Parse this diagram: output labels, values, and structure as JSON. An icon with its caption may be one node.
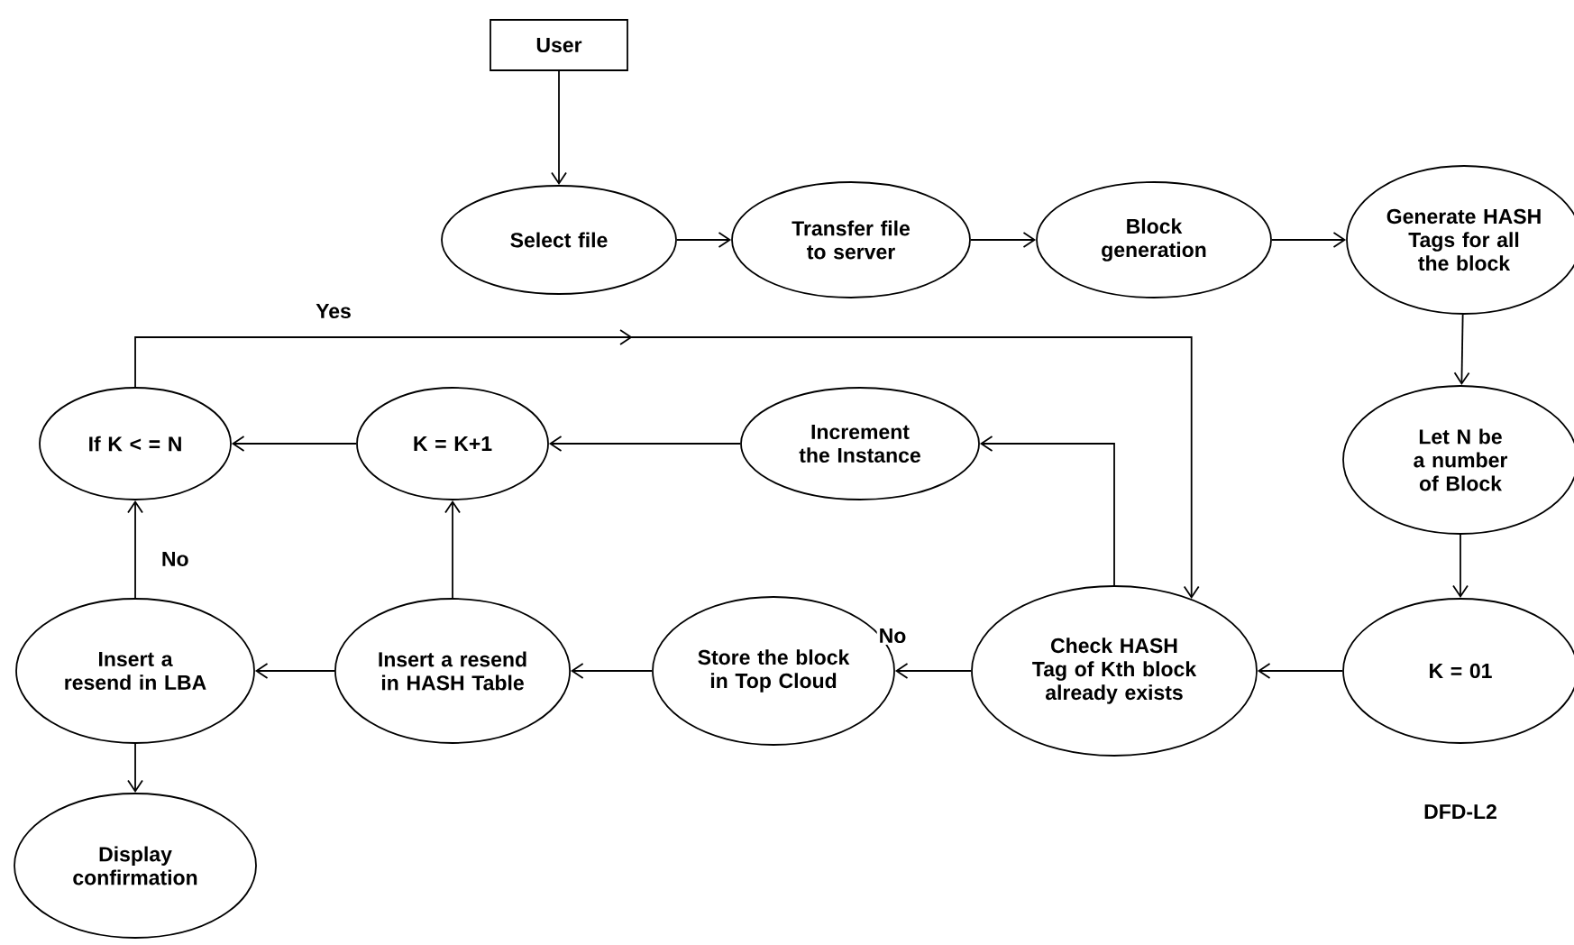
{
  "diagram": {
    "nodes": [
      {
        "text": [
          "User"
        ]
      },
      {
        "text": [
          "Select file"
        ]
      },
      {
        "text": [
          "Transfer file to server"
        ]
      },
      {
        "text": [
          "Block generation"
        ]
      },
      {
        "text": [
          "Generate HASH Tags for all the block"
        ]
      },
      {
        "text": [
          "Let N be a number of Block"
        ]
      },
      {
        "text": [
          "K = 01"
        ]
      },
      {
        "text": [
          "Check HASH Tag of Kth block already exists"
        ]
      },
      {
        "text": [
          "Store the block in Top Cloud"
        ]
      },
      {
        "text": [
          "Insert a resend in HASH Table"
        ]
      },
      {
        "text": [
          "Insert a resend in LBA"
        ]
      },
      {
        "text": [
          "Display confirmation"
        ]
      },
      {
        "text": [
          "If K < = N"
        ]
      },
      {
        "text": [
          "K = K+1"
        ]
      },
      {
        "text": [
          "Increment the Instance"
        ]
      }
    ],
    "edges": [
      {
        "from": 0,
        "to": 1,
        "arrow": "to"
      },
      {
        "from": 1,
        "to": 2,
        "arrow": "to"
      },
      {
        "from": 2,
        "to": 3,
        "arrow": "to"
      },
      {
        "from": 3,
        "to": 4,
        "arrow": "to"
      },
      {
        "from": 4,
        "to": 5,
        "arrow": "to"
      },
      {
        "from": 5,
        "to": 6,
        "arrow": "to"
      },
      {
        "from": 6,
        "to": 7,
        "arrow": "to"
      },
      {
        "from": 7,
        "to": 8,
        "arrow": "to",
        "label": "No"
      },
      {
        "from": 8,
        "to": 9,
        "arrow": "to"
      },
      {
        "from": 9,
        "to": 10,
        "arrow": "to"
      },
      {
        "from": 10,
        "to": 11,
        "arrow": "to"
      },
      {
        "from": 10,
        "to": 12,
        "arrow": "to",
        "label": "No"
      },
      {
        "from": 9,
        "to": 13,
        "arrow": "to"
      },
      {
        "from": 7,
        "to": 14,
        "arrow": "to"
      },
      {
        "from": 14,
        "to": 13,
        "arrow": "to"
      },
      {
        "from": 13,
        "to": 12,
        "arrow": "to"
      },
      {
        "from": 12,
        "to": 7,
        "arrow": "to",
        "label": "Yes"
      }
    ],
    "labels": [
      "DFD-L2"
    ]
  }
}
